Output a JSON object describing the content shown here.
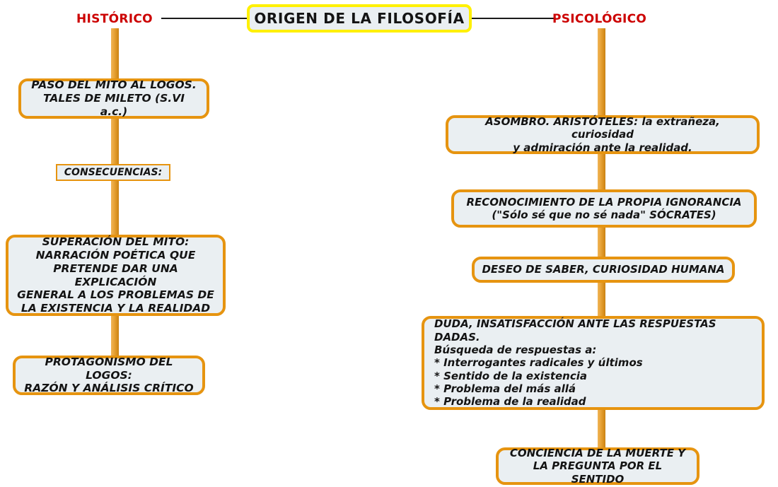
{
  "diagram": {
    "title": "ORIGEN DE LA FILOSOFÍA",
    "colors": {
      "node_border": "#E69410",
      "node_fill": "#eaeff2",
      "title_border": "#FFF000",
      "branch_label": "#CC0000",
      "connector": "#E9A63C",
      "text": "#141414"
    },
    "branches": [
      {
        "label": "HISTÓRICO",
        "side": "left",
        "nodes": [
          {
            "name": "paso-del-mito-al-logos",
            "shape": "rounded",
            "align": "center",
            "lines": [
              "PASO DEL MITO AL LOGOS.",
              "TALES DE MILETO (S.VI a.c.)"
            ]
          },
          {
            "name": "consecuencias",
            "shape": "rect",
            "align": "center",
            "lines": [
              "CONSECUENCIAS:"
            ]
          },
          {
            "name": "superacion-del-mito",
            "shape": "rounded",
            "align": "center",
            "lines": [
              "SUPERACIÓN DEL MITO:",
              "NARRACIÓN POÉTICA QUE",
              "PRETENDE DAR UNA EXPLICACIÓN",
              "GENERAL A LOS PROBLEMAS DE",
              "LA EXISTENCIA Y LA REALIDAD"
            ]
          },
          {
            "name": "protagonismo-del-logos",
            "shape": "rounded",
            "align": "center",
            "lines": [
              "PROTAGONISMO DEL LOGOS:",
              "RAZÓN Y ANÁLISIS CRÍTICO"
            ]
          }
        ]
      },
      {
        "label": "PSICOLÓGICO",
        "side": "right",
        "nodes": [
          {
            "name": "asombro-aristoteles",
            "shape": "rounded",
            "align": "center",
            "lines": [
              "ASOMBRO. ARISTÓTELES: la extrañeza, curiosidad",
              "y admiración ante la realidad."
            ]
          },
          {
            "name": "reconocimiento-ignorancia",
            "shape": "rounded",
            "align": "center",
            "lines": [
              "RECONOCIMIENTO DE LA PROPIA IGNORANCIA",
              "(\"Sólo sé que no sé nada\" SÓCRATES)"
            ]
          },
          {
            "name": "deseo-de-saber",
            "shape": "rounded",
            "align": "center",
            "lines": [
              "DESEO DE SABER, CURIOSIDAD HUMANA"
            ]
          },
          {
            "name": "duda-insatisfaccion",
            "shape": "rounded",
            "align": "left",
            "lines": [
              "DUDA, INSATISFACCIÓN ANTE LAS RESPUESTAS DADAS.",
              "Búsqueda de respuestas a:",
              "* Interrogantes radicales y últimos",
              "* Sentido de la existencia",
              "* Problema del más allá",
              "* Problema de la realidad"
            ]
          },
          {
            "name": "conciencia-de-la-muerte",
            "shape": "rounded",
            "align": "center",
            "lines": [
              "CONCIENCIA DE LA MUERTE Y",
              "LA PREGUNTA POR EL SENTIDO"
            ]
          }
        ]
      }
    ]
  }
}
